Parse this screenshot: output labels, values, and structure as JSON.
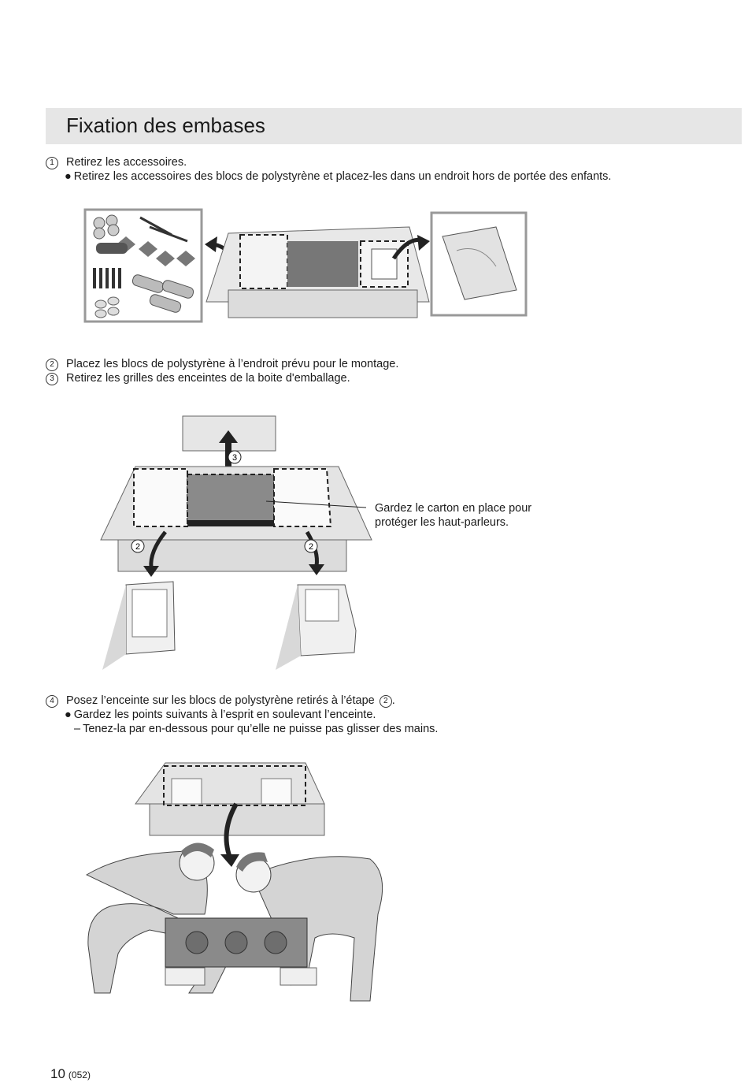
{
  "title": "Fixation des embases",
  "steps": {
    "s1": {
      "num": "1",
      "text": "Retirez les accessoires.",
      "bullet": "Retirez les accessoires des blocs de polystyrène et placez-les dans un endroit hors de portée des enfants."
    },
    "s2": {
      "num": "2",
      "text": "Placez les blocs de polystyrène à l’endroit prévu pour le montage."
    },
    "s3": {
      "num": "3",
      "text": "Retirez les grilles des enceintes de la boite d'emballage."
    },
    "s4": {
      "num": "4",
      "text_before": "Posez l’enceinte sur les blocs de polystyrène retirés à l’étape",
      "ref": "2",
      "text_after": ".",
      "bullet": "Gardez les points suivants à l’esprit en soulevant l’enceinte.",
      "sub": "Tenez-la par en-dessous pour qu’elle ne puisse pas glisser des mains."
    }
  },
  "figure2": {
    "callout_line1": "Gardez le carton en place pour",
    "callout_line2": "protéger les haut-parleurs.",
    "marker3": "3",
    "marker2": "2"
  },
  "footer": {
    "page": "10",
    "code": "(052)"
  },
  "icons": {
    "bullet": "●",
    "dash": "–"
  },
  "colors": {
    "title_bar": "#e6e6e6",
    "text": "#1a1a1a",
    "figure_gray": "#7a7a7a"
  }
}
